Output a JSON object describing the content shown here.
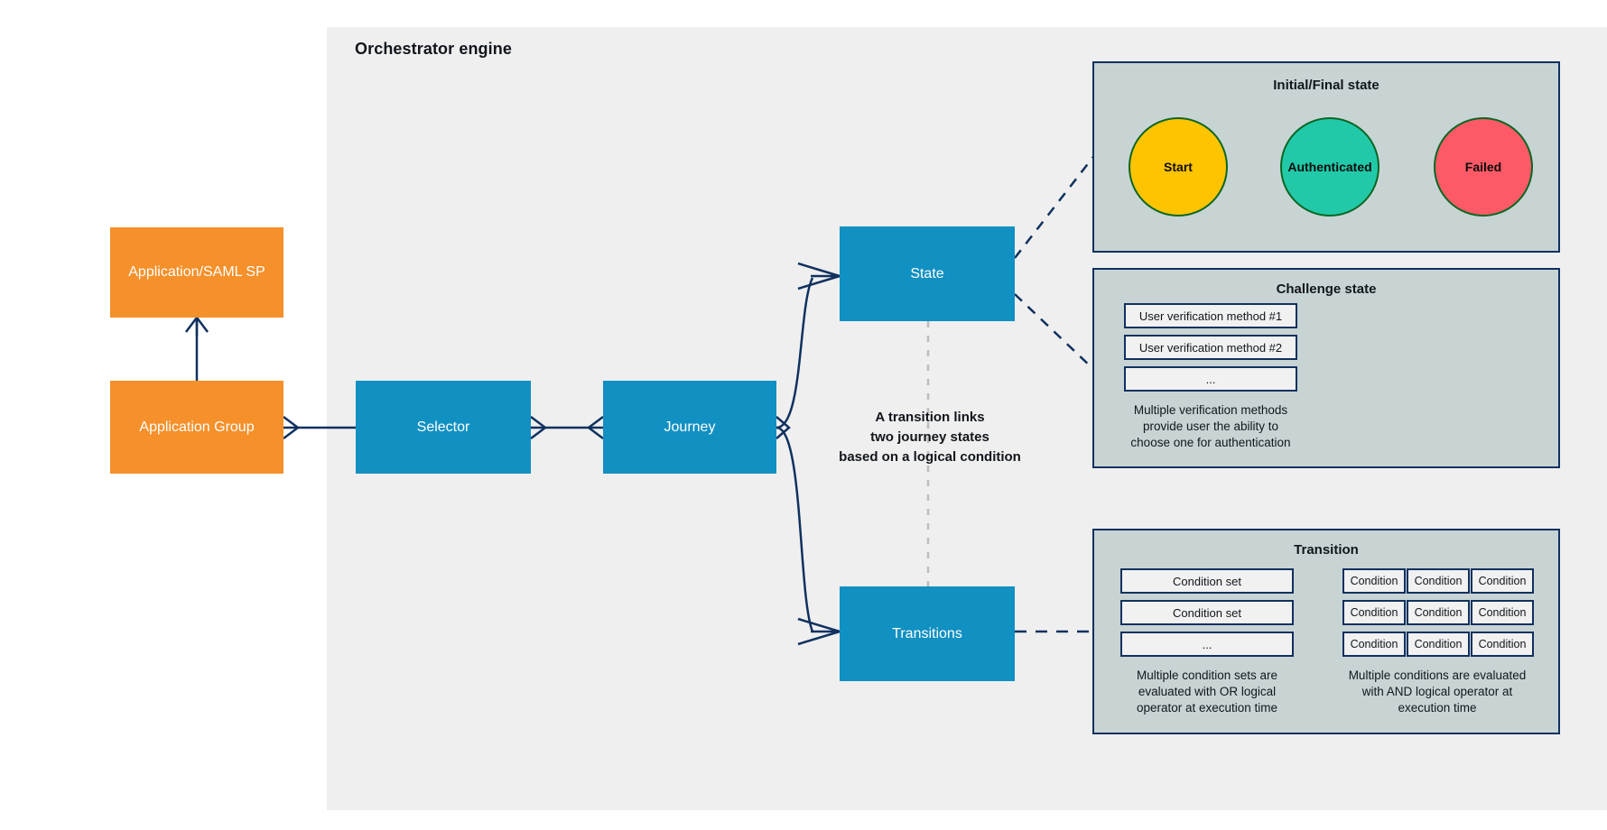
{
  "colors": {
    "orange": "#f5902a",
    "blue": "#1190c2",
    "panel_bg": "#efefef",
    "group_bg": "#c8d4d4",
    "group_border": "#10315f",
    "connector": "#10315f",
    "circle_border": "#0b6623",
    "start_fill": "#ffc400",
    "authenticated_fill": "#21c9a9",
    "failed_fill": "#fb5a66",
    "chip_fill": "#f1f1f1",
    "text_dark": "#11161c",
    "text_light": "#ffffff"
  },
  "orchestrator": {
    "title": "Orchestrator engine"
  },
  "nodes": {
    "application_saml_sp": "Application/SAML SP",
    "application_group": "Application Group",
    "selector": "Selector",
    "journey": "Journey",
    "state": "State",
    "transitions": "Transitions"
  },
  "center_note": {
    "line1": "A transition links",
    "line2": "two journey states",
    "line3": "based on a logical condition"
  },
  "initial_final_state": {
    "title": "Initial/Final state",
    "circles": [
      {
        "label": "Start",
        "fill": "#ffc400"
      },
      {
        "label": "Authenticated",
        "fill": "#21c9a9"
      },
      {
        "label": "Failed",
        "fill": "#fb5a66"
      }
    ]
  },
  "challenge_state": {
    "title": "Challenge state",
    "items": [
      "User verification method #1",
      "User verification method #2",
      "..."
    ],
    "caption": {
      "line1": "Multiple verification methods",
      "line2": "provide user the ability to",
      "line3": "choose one for authentication"
    }
  },
  "transition": {
    "title": "Transition",
    "condition_sets": [
      "Condition set",
      "Condition set",
      "..."
    ],
    "condition_grid": [
      [
        "Condition",
        "Condition",
        "Condition"
      ],
      [
        "Condition",
        "Condition",
        "Condition"
      ],
      [
        "Condition",
        "Condition",
        "Condition"
      ]
    ],
    "caption_left": {
      "line1": "Multiple condition sets are",
      "line2": "evaluated with OR logical",
      "line3": "operator at execution time"
    },
    "caption_right": {
      "line1": "Multiple conditions are evaluated",
      "line2": "with AND logical operator at",
      "line3": "execution time"
    }
  }
}
